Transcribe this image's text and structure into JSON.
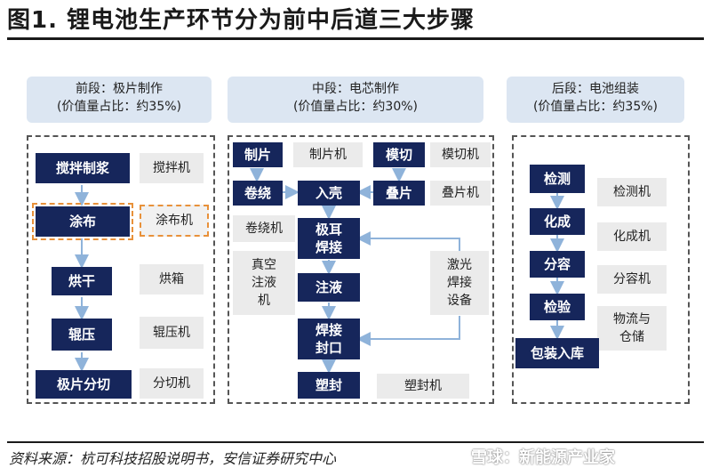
{
  "title": "图1. 锂电池生产环节分为前中后道三大步骤",
  "stages": [
    {
      "name": "前段：极片制作",
      "share": "(价值量占比：约35%)"
    },
    {
      "name": "中段：电芯制作",
      "share": "(价值量占比：约30%)"
    },
    {
      "name": "后段：电池组装",
      "share": "(价值量占比：约35%)"
    }
  ],
  "front": {
    "steps": [
      "搅拌制浆",
      "涂布",
      "烘干",
      "辊压",
      "极片分切"
    ],
    "machines": [
      "搅拌机",
      "涂布机",
      "烘箱",
      "辊压机",
      "分切机"
    ]
  },
  "middle": {
    "steps": {
      "zhipian": "制片",
      "juanrao": "卷绕",
      "moqie": "模切",
      "diepian": "叠片",
      "ruke": "入壳",
      "jier": "极耳\n焊接",
      "zhuye": "注液",
      "hanjie": "焊接\n封口",
      "sufeng": "塑封"
    },
    "machines": {
      "zhipian": "制片机",
      "moqie": "模切机",
      "diepian": "叠片机",
      "juanrao": "卷绕机",
      "zhenkong": "真空\n注液\n机",
      "jiguang": "激光\n焊接\n设备",
      "sufeng": "塑封机"
    }
  },
  "back": {
    "steps": [
      "检测",
      "化成",
      "分容",
      "检验",
      "包装入库"
    ],
    "machines": [
      "检测机",
      "化成机",
      "分容机",
      "物流与\n仓储"
    ]
  },
  "source": "资料来源：杭可科技招股说明书，安信证券研究中心",
  "watermark": "雪球：新能源产业家",
  "colors": {
    "step": "#16265b",
    "machine": "#ebebeb",
    "stage": "#dce6f2",
    "highlight": "#e8913a",
    "arrow": "#8fb3da"
  }
}
